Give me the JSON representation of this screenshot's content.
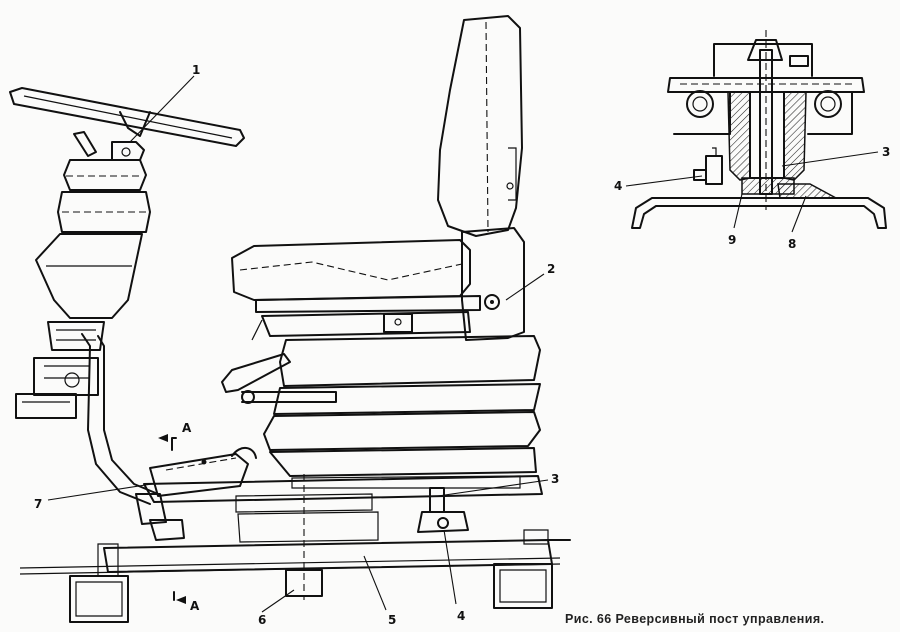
{
  "figure": {
    "caption": "Рис. 66  Реверсивный пост управления."
  },
  "callouts": {
    "c1": "1",
    "c2": "2",
    "c3_main": "3",
    "c4_main": "4",
    "c5": "5",
    "c6": "6",
    "c7": "7",
    "c3_detail": "3",
    "c4_detail": "4",
    "c8": "8",
    "c9": "9"
  },
  "section_marks": {
    "top": "A",
    "bottom": "A"
  }
}
